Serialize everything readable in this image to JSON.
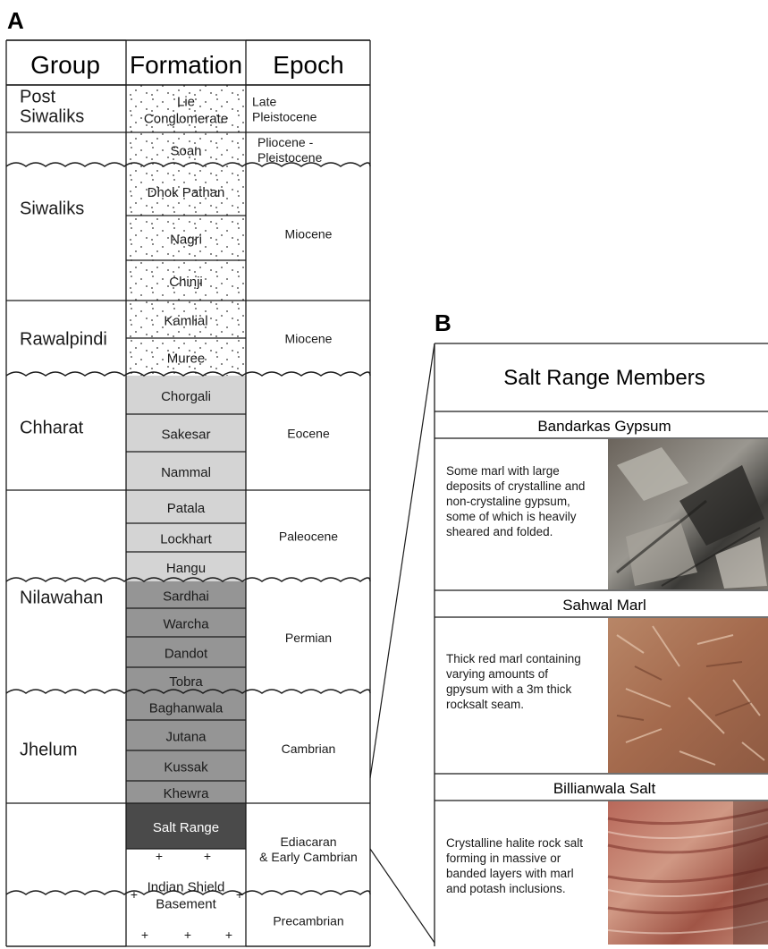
{
  "panel_a": {
    "letter": "A",
    "headers": [
      "Group",
      "Formation",
      "Epoch"
    ],
    "groups": [
      {
        "lines": [
          "Post",
          "Siwaliks"
        ]
      },
      {
        "lines": [
          "Siwaliks"
        ]
      },
      {
        "lines": [
          "Rawalpindi"
        ]
      },
      {
        "lines": [
          "Chharat"
        ]
      },
      {
        "lines": [
          "Nilawahan"
        ]
      },
      {
        "lines": [
          "Jhelum"
        ]
      }
    ],
    "formations": [
      {
        "name": "Lie Conglomerate",
        "lines": [
          "Lie",
          "Conglomerate"
        ],
        "fill": "sand"
      },
      {
        "name": "Soan",
        "lines": [
          "Soan"
        ],
        "fill": "sand"
      },
      {
        "name": "Dhok Pathan",
        "lines": [
          "Dhok Pathan"
        ],
        "fill": "sand"
      },
      {
        "name": "Nagri",
        "lines": [
          "Nagri"
        ],
        "fill": "sand"
      },
      {
        "name": "Chinji",
        "lines": [
          "Chinji"
        ],
        "fill": "sand"
      },
      {
        "name": "Kamlial",
        "lines": [
          "Kamlial"
        ],
        "fill": "sand"
      },
      {
        "name": "Muree",
        "lines": [
          "Muree"
        ],
        "fill": "sand"
      },
      {
        "name": "Chorgali",
        "lines": [
          "Chorgali"
        ],
        "fill": "light"
      },
      {
        "name": "Sakesar",
        "lines": [
          "Sakesar"
        ],
        "fill": "light"
      },
      {
        "name": "Nammal",
        "lines": [
          "Nammal"
        ],
        "fill": "light"
      },
      {
        "name": "Patala",
        "lines": [
          "Patala"
        ],
        "fill": "light"
      },
      {
        "name": "Lockhart",
        "lines": [
          "Lockhart"
        ],
        "fill": "light"
      },
      {
        "name": "Hangu",
        "lines": [
          "Hangu"
        ],
        "fill": "light"
      },
      {
        "name": "Sardhai",
        "lines": [
          "Sardhai"
        ],
        "fill": "mid"
      },
      {
        "name": "Warcha",
        "lines": [
          "Warcha"
        ],
        "fill": "mid"
      },
      {
        "name": "Dandot",
        "lines": [
          "Dandot"
        ],
        "fill": "mid"
      },
      {
        "name": "Tobra",
        "lines": [
          "Tobra"
        ],
        "fill": "mid"
      },
      {
        "name": "Baghanwala",
        "lines": [
          "Baghanwala"
        ],
        "fill": "mid"
      },
      {
        "name": "Jutana",
        "lines": [
          "Jutana"
        ],
        "fill": "mid"
      },
      {
        "name": "Kussak",
        "lines": [
          "Kussak"
        ],
        "fill": "mid"
      },
      {
        "name": "Khewra",
        "lines": [
          "Khewra"
        ],
        "fill": "mid"
      },
      {
        "name": "Salt Range",
        "lines": [
          "Salt Range"
        ],
        "fill": "dark"
      },
      {
        "name": "Indian Shield Basement",
        "lines": [
          "Indian Shield",
          "Basement"
        ],
        "fill": "basement"
      }
    ],
    "epochs": [
      {
        "lines": [
          "Late",
          "Pleistocene"
        ]
      },
      {
        "lines": [
          "Pliocene -",
          "Pleistocene"
        ]
      },
      {
        "lines": [
          "Miocene"
        ]
      },
      {
        "lines": [
          "Miocene"
        ]
      },
      {
        "lines": [
          "Eocene"
        ]
      },
      {
        "lines": [
          "Paleocene"
        ]
      },
      {
        "lines": [
          "Permian"
        ]
      },
      {
        "lines": [
          "Cambrian"
        ]
      },
      {
        "lines": [
          "Ediacaran",
          "& Early Cambrian"
        ]
      },
      {
        "lines": [
          "Precambrian"
        ]
      }
    ],
    "colors": {
      "light": "#d4d4d4",
      "mid": "#959595",
      "dark": "#4a4a4a",
      "line": "#1a1a1a"
    }
  },
  "panel_b": {
    "letter": "B",
    "title": "Salt Range Members",
    "members": [
      {
        "name": "Bandarkas Gypsum",
        "description": [
          "Some marl with large",
          "deposits of crystalline and",
          "non-crystaline gypsum,",
          "some of which is heavily",
          "sheared and folded."
        ],
        "photo": "gypsum-rock-photo"
      },
      {
        "name": "Sahwal Marl",
        "description": [
          "Thick red marl containing",
          "varying amounts of",
          "gpysum with a 3m thick",
          "rocksalt seam."
        ],
        "photo": "red-marl-photo"
      },
      {
        "name": "Billianwala Salt",
        "description": [
          "Crystalline halite rock salt",
          "forming in massive or",
          "banded layers with marl",
          "and potash inclusions."
        ],
        "photo": "rock-salt-photo"
      }
    ]
  }
}
